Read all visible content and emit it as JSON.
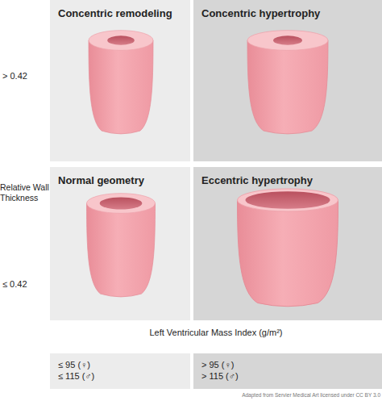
{
  "diagram": {
    "nodes": [
      {
        "text": [
          "Concentric remodeling"
        ]
      },
      {
        "text": [
          "Concentric hypertrophy"
        ]
      },
      {
        "text": [
          "Normal geometry"
        ]
      },
      {
        "text": [
          "Eccentric hypertrophy"
        ]
      },
      {
        "text": [
          "≤ 95 (♀)",
          "≤ 115 (♂)"
        ]
      },
      {
        "text": [
          "> 95 (♀)",
          "> 115 (♂)"
        ]
      }
    ],
    "labels": [
      "> 0.42",
      "Relative Wall Thickness",
      "≤ 0.42",
      "Left Ventricular Mass Index (g/m²)",
      "Adapted from Servier Medical Art licensed under CC BY 3.0"
    ]
  }
}
